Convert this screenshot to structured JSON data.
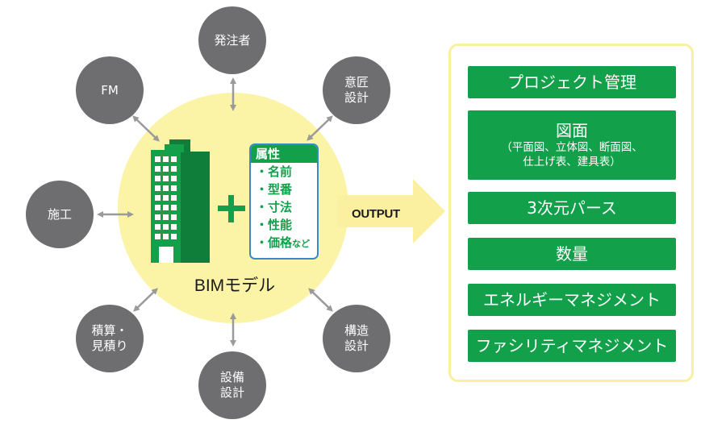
{
  "center": {
    "label": "BIMモデル",
    "attributes": {
      "title": "属性",
      "items": [
        {
          "bullet": "・",
          "text": "名前",
          "suffix": ""
        },
        {
          "bullet": "・",
          "text": "型番",
          "suffix": ""
        },
        {
          "bullet": "・",
          "text": "寸法",
          "suffix": ""
        },
        {
          "bullet": "・",
          "text": "性能",
          "suffix": ""
        },
        {
          "bullet": "・",
          "text": "価格",
          "suffix": "など"
        }
      ]
    }
  },
  "stakeholders": [
    {
      "id": "orderer",
      "label": "発注者"
    },
    {
      "id": "architectural-design",
      "label": "意匠\n設計"
    },
    {
      "id": "structural-design",
      "label": "構造\n設計"
    },
    {
      "id": "equipment-design",
      "label": "設備\n設計"
    },
    {
      "id": "cost-estimation",
      "label": "積算・\n見積り"
    },
    {
      "id": "construction",
      "label": "施工"
    },
    {
      "id": "fm",
      "label": "FM"
    }
  ],
  "output": {
    "label": "OUTPUT",
    "items": [
      {
        "label": "プロジェクト管理",
        "sub": ""
      },
      {
        "label": "図面",
        "sub": "（平面図、立体図、断面図、\n仕上げ表、建具表）"
      },
      {
        "label": "3次元パース",
        "sub": ""
      },
      {
        "label": "数量",
        "sub": ""
      },
      {
        "label": "エネルギーマネジメント",
        "sub": ""
      },
      {
        "label": "ファシリティマネジメント",
        "sub": ""
      }
    ]
  },
  "colors": {
    "node": "#6e6e70",
    "center_circle": "#fbf4a6",
    "accent_green": "#12a04a",
    "attribute_border": "#3b88c9",
    "output_arrow": "#faf0a0",
    "arrow_gray": "#9a9a9a"
  },
  "icons": [
    "building-icon",
    "plus-icon",
    "double-arrow-icon",
    "output-arrow-icon"
  ]
}
